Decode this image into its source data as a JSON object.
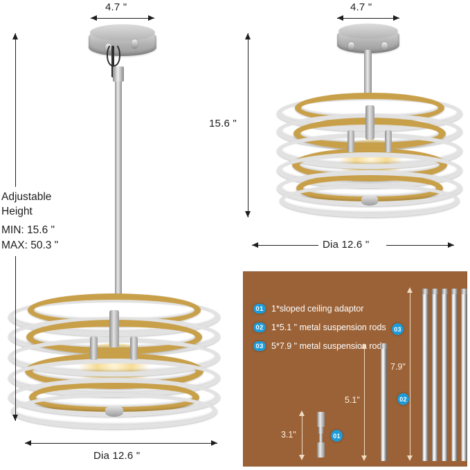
{
  "pendant_left": {
    "top_dimension": "4.7 \"",
    "bottom_dimension": "Dia 12.6 \"",
    "height_label_line1": "Adjustable",
    "height_label_line2": "Height",
    "height_min": "MIN: 15.6 \"",
    "height_max": "MAX: 50.3 \""
  },
  "semiflush_right": {
    "top_dimension": "4.7 \"",
    "height_dimension": "15.6 \"",
    "bottom_dimension": "Dia 12.6 \""
  },
  "accessory_panel": {
    "background_color": "#9b6237",
    "badge_color": "#1e9bd7",
    "legend": [
      {
        "badge": "01",
        "label": "1*sloped ceiling adaptor"
      },
      {
        "badge": "02",
        "label": "1*5.1 \"  metal suspension rods"
      },
      {
        "badge": "03",
        "label": "5*7.9 \"  metal suspension rods"
      }
    ],
    "callouts": [
      {
        "badge": "01",
        "dimension": "3.1\""
      },
      {
        "badge": "02",
        "dimension": "5.1\""
      },
      {
        "badge": "03",
        "dimension": "7.9\""
      }
    ],
    "rod_count_03": 5
  },
  "colors": {
    "silver_band": "#e2e2e2",
    "gold_band": "#c9a04a",
    "panel_brown": "#9b6237",
    "badge_blue": "#1e9bd7",
    "line_black": "#1d1d1d"
  }
}
